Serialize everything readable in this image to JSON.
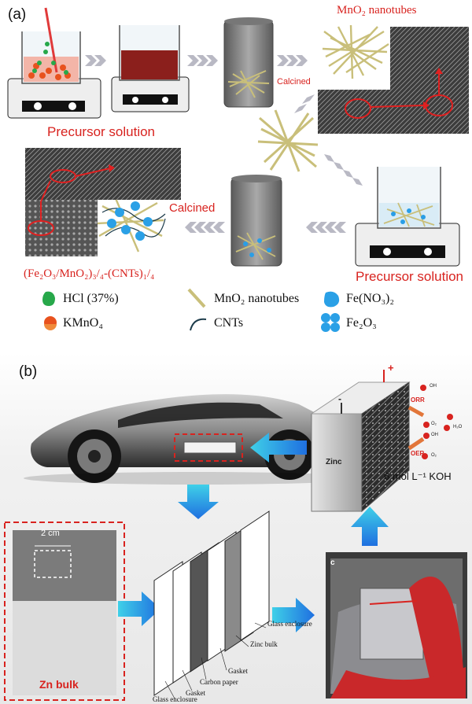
{
  "panel_a": {
    "letter": "(a)",
    "mno2_nanotubes_title": "MnO₂ nanotubes",
    "calcined_top": "Calcined",
    "precursor_solution_1": "Precursor solution",
    "calcined_bottom": "Calcined",
    "precursor_solution_2": "Precursor solution",
    "composite_formula": "(Fe₂O₃/MnO₂)₃/₄-(CNTs)₁/₄",
    "legend": {
      "hcl": "HCl (37%)",
      "kmno4": "KMnO₄",
      "mno2_nanotubes": "MnO₂ nanotubes",
      "cnts": "CNTs",
      "fe_no3": "Fe(NO₃)₂",
      "fe2o3": "Fe₂O₃"
    }
  },
  "panel_b": {
    "letter": "(b)",
    "zinc": "Zinc",
    "minus": "-",
    "plus": "+",
    "orr": "ORR",
    "oer": "OER",
    "oh_1": "OH",
    "o2_1": "O₂",
    "oh_2": "OH",
    "h2o": "H₂O",
    "o2_2": "O₂",
    "electrolyte": "6 mol L⁻¹ KOH",
    "scale": "2 cm",
    "zn_bulk": "Zn bulk",
    "glass_enclosure_top": "Glass enclosure",
    "zinc_bulk": "Zinc bulk",
    "gasket_1": "Gasket",
    "carbon_paper": "Carbon paper",
    "gasket_2": "Gasket",
    "glass_enclosure_bottom": "Glass enclosure",
    "photo_letter": "c"
  },
  "colors": {
    "accent_red": "#d8231f",
    "arrow_blue": "#1f8fe0",
    "arrow_grey": "#b9b9c4",
    "nanotube": "#c9bf7a"
  }
}
